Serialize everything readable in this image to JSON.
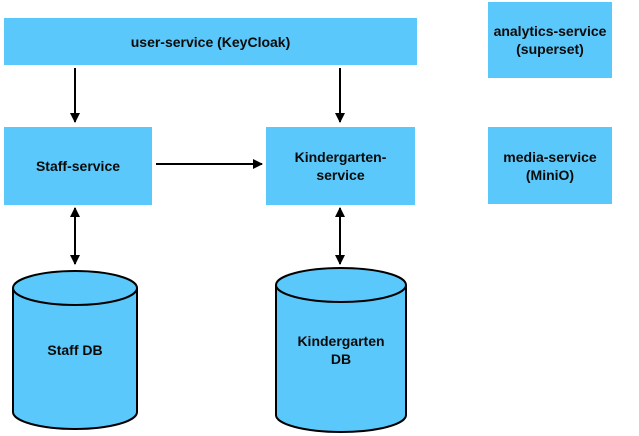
{
  "colors": {
    "box_fill": "#5ac8fa",
    "db_fill": "#5ac8fa",
    "stroke": "#000000",
    "text": "#0a0a0a",
    "background": "#ffffff"
  },
  "nodes": {
    "user_service": "user-service (KeyCloak)",
    "analytics_service": "analytics-service\n(superset)",
    "staff_service": "Staff-service",
    "kindergarten_service": "Kindergarten-\nservice",
    "media_service": "media-service\n(MiniO)",
    "staff_db": "Staff DB",
    "kindergarten_db": "Kindergarten\nDB"
  },
  "edges": [
    {
      "from": "user-service (KeyCloak)",
      "to": "Staff-service",
      "direction": "one-way"
    },
    {
      "from": "user-service (KeyCloak)",
      "to": "Kindergarten-service",
      "direction": "one-way"
    },
    {
      "from": "Staff-service",
      "to": "Kindergarten-service",
      "direction": "one-way"
    },
    {
      "from": "Staff-service",
      "to": "Staff DB",
      "direction": "two-way"
    },
    {
      "from": "Kindergarten-service",
      "to": "Kindergarten DB",
      "direction": "two-way"
    }
  ]
}
